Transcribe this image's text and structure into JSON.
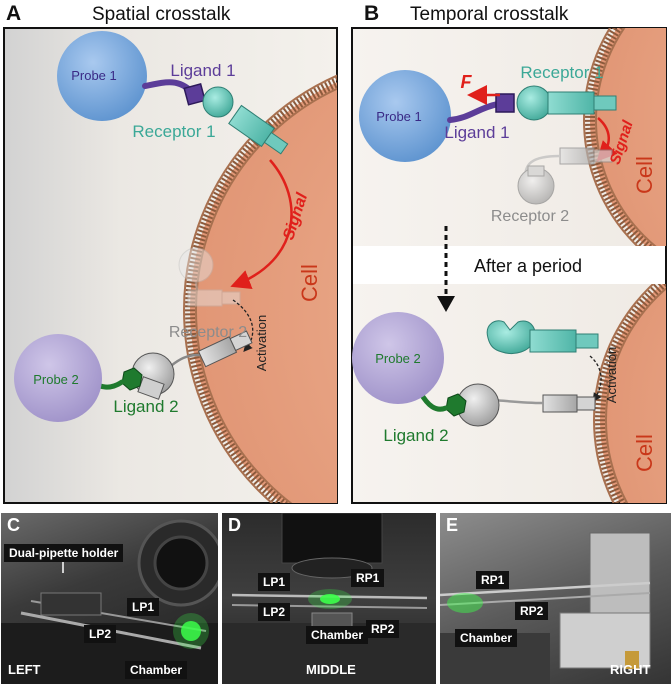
{
  "panelA": {
    "letter": "A",
    "title": "Spatial crosstalk",
    "probe1": "Probe 1",
    "ligand1": "Ligand 1",
    "receptor1": "Receptor 1",
    "signal": "Signal",
    "cell": "Cell",
    "receptor2": "Receptor 2",
    "activation": "Activation",
    "probe2": "Probe 2",
    "ligand2": "Ligand 2"
  },
  "panelB": {
    "letter": "B",
    "title": "Temporal crosstalk",
    "force": "F",
    "receptor1": "Receptor 1",
    "probe1": "Probe 1",
    "ligand1": "Ligand 1",
    "signal": "Signal",
    "cell_top": "Cell",
    "receptor2": "Receptor 2",
    "period": "After a period",
    "probe2": "Probe 2",
    "activation": "Activation",
    "ligand2": "Ligand 2",
    "cell_bottom": "Cell"
  },
  "panelC": {
    "letter": "C",
    "holder": "Dual-pipette holder",
    "lp1": "LP1",
    "lp2": "LP2",
    "corner": "LEFT",
    "chamber": "Chamber"
  },
  "panelD": {
    "letter": "D",
    "lp1": "LP1",
    "rp1": "RP1",
    "lp2": "LP2",
    "chamber": "Chamber",
    "rp2": "RP2",
    "corner": "MIDDLE"
  },
  "panelE": {
    "letter": "E",
    "rp1": "RP1",
    "rp2": "RP2",
    "chamber": "Chamber",
    "corner": "RIGHT"
  },
  "colors": {
    "probe_blue": "#6b9fd6",
    "probe_purple": "#a99bd0",
    "receptor_teal": "#6fc9bd",
    "ligand_purple": "#5c3d99",
    "ligand_green": "#1f7a2e",
    "signal_red": "#e0201b",
    "cell_orange": "#e9a37f"
  }
}
